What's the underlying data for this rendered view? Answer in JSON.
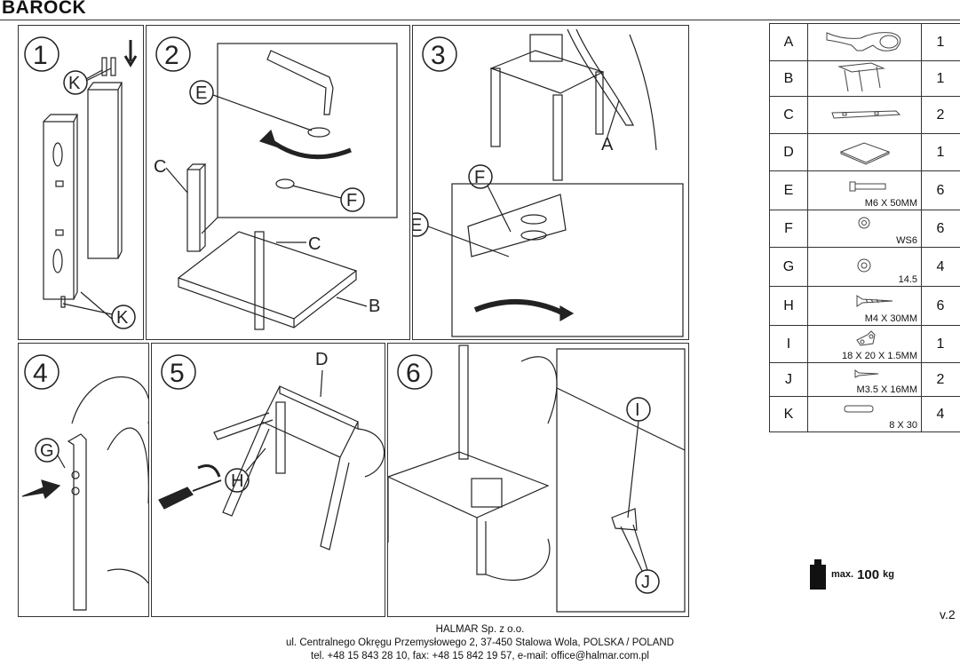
{
  "title": "BAROCK",
  "steps": [
    "1",
    "2",
    "3",
    "4",
    "5",
    "6"
  ],
  "step_callouts": {
    "s1": [
      "K",
      "K"
    ],
    "s2": [
      "E",
      "F",
      "C",
      "C",
      "B"
    ],
    "s3": [
      "A",
      "F",
      "E"
    ],
    "s4": [
      "G"
    ],
    "s5": [
      "D",
      "H"
    ],
    "s6": [
      "I",
      "J"
    ]
  },
  "parts": [
    {
      "letter": "A",
      "icon": "backrest-frame-icon",
      "spec": "",
      "qty": "1"
    },
    {
      "letter": "B",
      "icon": "front-frame-icon",
      "spec": "",
      "qty": "1"
    },
    {
      "letter": "C",
      "icon": "side-rail-icon",
      "spec": "",
      "qty": "2"
    },
    {
      "letter": "D",
      "icon": "seat-cushion-icon",
      "spec": "",
      "qty": "1"
    },
    {
      "letter": "E",
      "icon": "bolt-icon",
      "spec": "M6 X 50MM",
      "qty": "6"
    },
    {
      "letter": "F",
      "icon": "washer-icon",
      "spec": "WS6",
      "qty": "6"
    },
    {
      "letter": "G",
      "icon": "nut-icon",
      "spec": "14.5",
      "qty": "4"
    },
    {
      "letter": "H",
      "icon": "screw-icon",
      "spec": "M4 X 30MM",
      "qty": "6"
    },
    {
      "letter": "I",
      "icon": "angle-bracket-icon",
      "spec": "18 X 20 X 1.5MM",
      "qty": "1"
    },
    {
      "letter": "J",
      "icon": "small-screw-icon",
      "spec": "M3.5 X 16MM",
      "qty": "2"
    },
    {
      "letter": "K",
      "icon": "dowel-icon",
      "spec": "8 X 30",
      "qty": "4"
    }
  ],
  "max_load": {
    "prefix": "max.",
    "value": "100",
    "unit": "kg"
  },
  "version": "v.2",
  "footer": {
    "company": "HALMAR Sp. z o.o.",
    "address": "ul. Centralnego Okręgu Przemysłowego 2, 37-450 Stalowa Wola, POLSKA / POLAND",
    "contact": "tel. +48 15 843 28 10, fax: +48 15 842 19 57, e-mail: office@halmar.com.pl"
  }
}
